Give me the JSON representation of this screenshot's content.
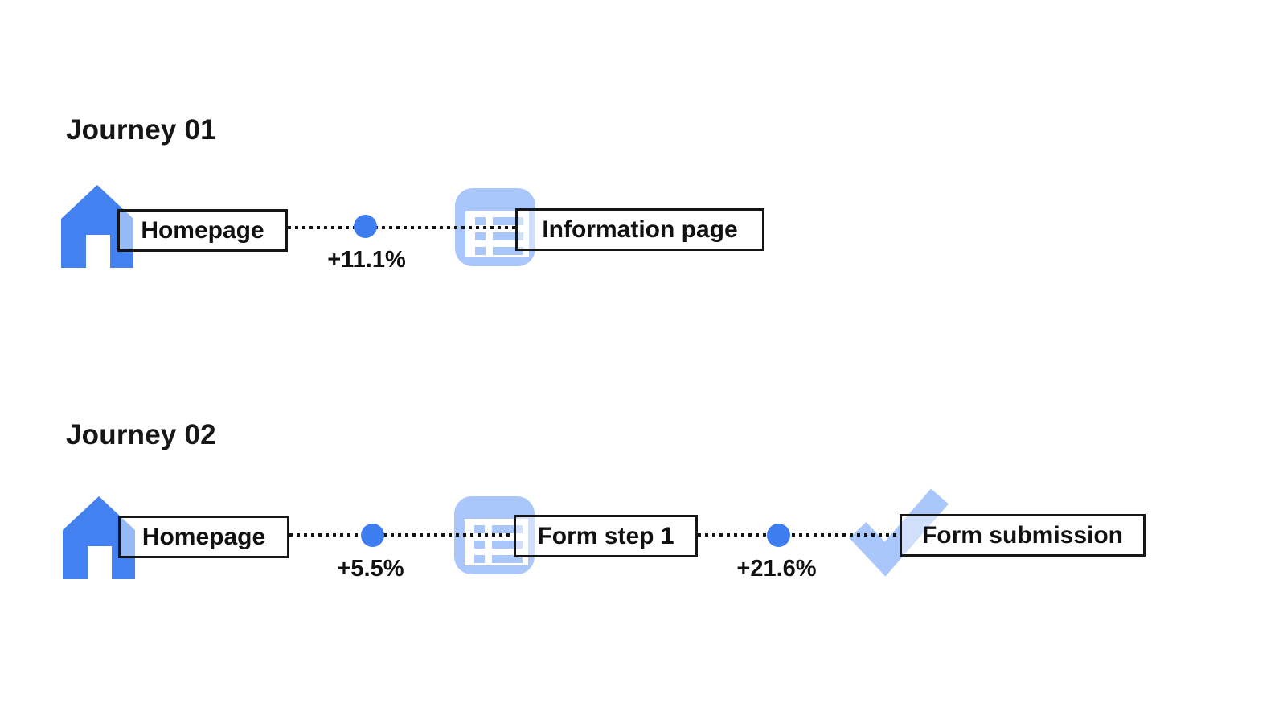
{
  "colors": {
    "primary_blue": "#4381F1",
    "light_blue": "#A9C7FA",
    "ink": "#141414"
  },
  "journeys": [
    {
      "title": "Journey 01",
      "steps": [
        {
          "icon": "home-icon",
          "label": "Homepage"
        },
        {
          "icon": "information-page-icon",
          "label": "Information page"
        }
      ],
      "transitions": [
        {
          "value": "+11.1%"
        }
      ]
    },
    {
      "title": "Journey 02",
      "steps": [
        {
          "icon": "home-icon",
          "label": "Homepage"
        },
        {
          "icon": "form-page-icon",
          "label": "Form step 1"
        },
        {
          "icon": "check-icon",
          "label": "Form submission"
        }
      ],
      "transitions": [
        {
          "value": "+5.5%"
        },
        {
          "value": "+21.6%"
        }
      ]
    }
  ]
}
